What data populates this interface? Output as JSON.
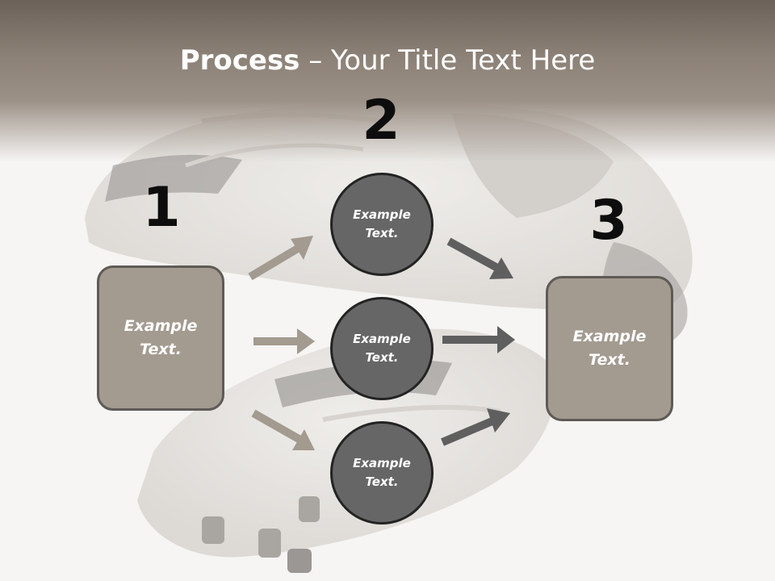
{
  "slide": {
    "title_bold": "Process",
    "title_rest": " – Your Title Text Here"
  },
  "steps": {
    "one": {
      "number": "1",
      "line1": "Example",
      "line2": "Text."
    },
    "two": {
      "number": "2",
      "circles": [
        {
          "line1": "Example",
          "line2": "Text."
        },
        {
          "line1": "Example",
          "line2": "Text."
        },
        {
          "line1": "Example",
          "line2": "Text."
        }
      ]
    },
    "three": {
      "number": "3",
      "line1": "Example",
      "line2": "Text."
    }
  },
  "colors": {
    "box_fill": "#a39a90",
    "circle_fill": "#666666",
    "arrow_light": "#a39a90",
    "arrow_dark": "#5f5f5f",
    "title_band": "#8c8177"
  },
  "icons": {
    "arrow": "right-arrow-icon",
    "background": "soccer-cleats-photo"
  }
}
